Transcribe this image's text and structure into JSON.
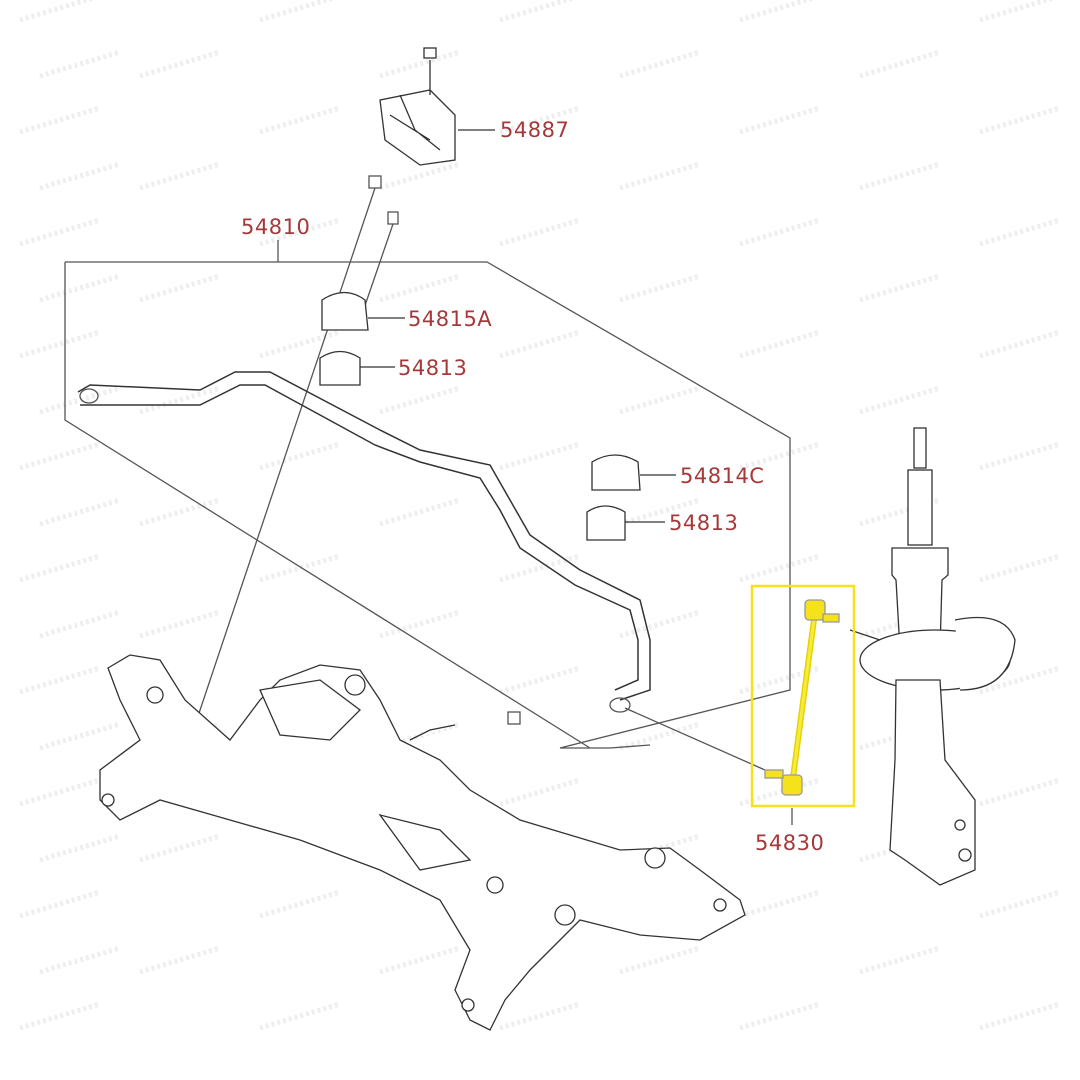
{
  "watermark": "TuAutoSpare.cl",
  "colors": {
    "label": "#a5393a",
    "highlight": "#f5e21a",
    "line": "#555555"
  },
  "parts": {
    "bracket": "54887",
    "stabilizer_bar_assy": "54810",
    "bracket_upper": "54815A",
    "bushing_left": "54813",
    "bracket_right": "54814C",
    "bushing_right": "54813",
    "stabilizer_link": "54830"
  },
  "highlighted_part": "54830"
}
